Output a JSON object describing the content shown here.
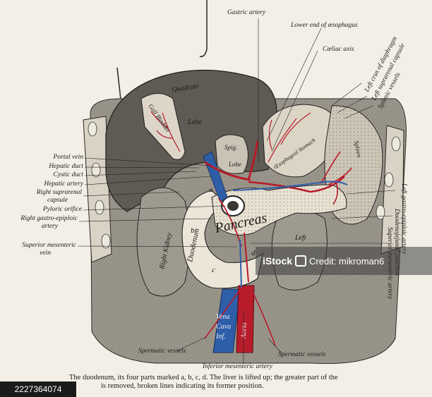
{
  "labels": {
    "gastric_artery": "Gastric artery",
    "lower_end_oesophagus": "Lower end of œsophagus",
    "coeliac_axis": "Cœliac axis",
    "left_crus": "Left crus of diaphragm",
    "left_suprarenal": "Left suprarenal capsule",
    "splenic_vessels": "Splenic vessels",
    "portal_vein": "Portal vein",
    "hepatic_duct": "Hepatic duct",
    "cystic_duct": "Cystic duct",
    "hepatic_artery": "Hepatic artery",
    "right_suprarenal_1": "Right suprarenal",
    "right_suprarenal_2": "capsule",
    "pyloric_orifice": "Pyloric orifice",
    "right_gastro_epiploic_1": "Right gastro-epiploic",
    "right_gastro_epiploic_2": "artery",
    "superior_mesenteric_vein_1": "Superior mesenteric",
    "superior_mesenteric_vein_2": "vein",
    "left_gastro_epiploic": "Left gastro-epiploic artery",
    "duodenojejunal": "Duodenojejunal junction",
    "superior_mesenteric_artery": "Superior mesenteric artery",
    "spermatic_left": "Spermatic vessels",
    "spermatic_right": "Spermatic vessels",
    "inferior_mesenteric": "Inferior mesenteric artery"
  },
  "organ_text": {
    "quadrate": "Quadrate",
    "lobe": "Lobe",
    "gall_bladder": "Gall Bladder",
    "spig": "Spig.",
    "spig_lobe": "Lobe",
    "stomach": "Œsophageal Stomach",
    "spleen": "Spleen",
    "pancreas": "Pancreas",
    "duodenum": "Duodenum",
    "right_kidney": "Right Kidney",
    "left_kidney": "Left",
    "vena_cava_1": "Vena",
    "vena_cava_2": "Cava",
    "vena_cava_3": "Inf.",
    "aorta": "Aorta",
    "part_a": "a",
    "part_b": "b",
    "part_c": "c",
    "part_d": "d"
  },
  "caption": {
    "line1": "The duodenum, its four parts marked a, b, c, d.  The liver is lifted up; the greater part of the",
    "line2": "is removed, broken lines indicating its former position."
  },
  "watermark": {
    "brand": "iStock",
    "credit": "Credit: mikroman6",
    "id": "2227364074"
  },
  "colors": {
    "artery": "#b81c2a",
    "vein": "#2f5ea8",
    "ink": "#1c1a17",
    "paper": "#f3efe6"
  }
}
